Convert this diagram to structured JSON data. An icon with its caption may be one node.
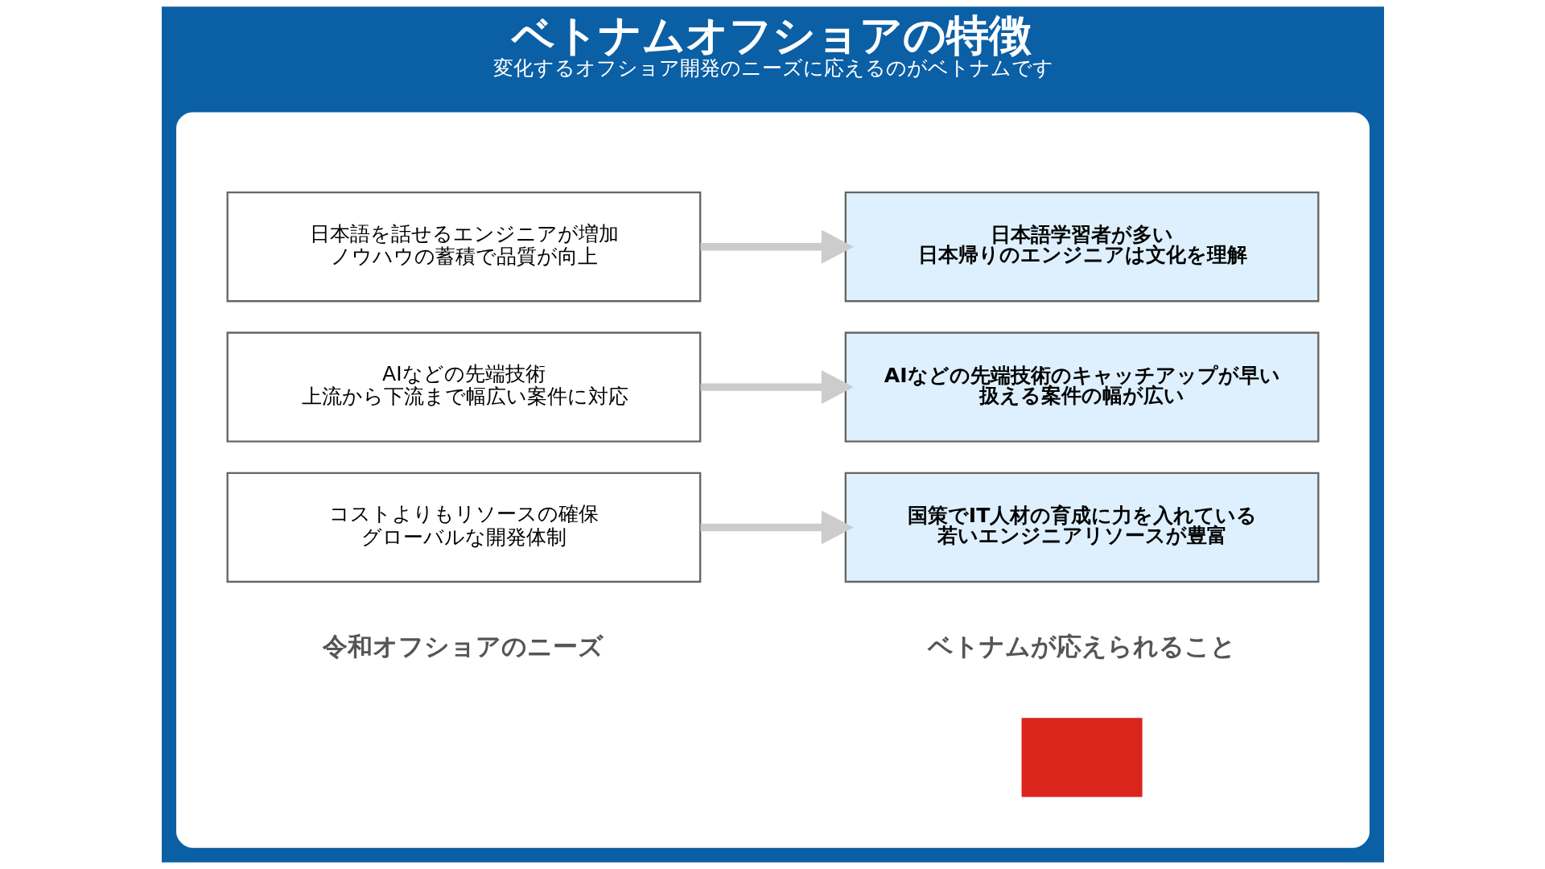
{
  "diagram": {
    "title": "ベトナムオフショアの特徴",
    "caption": "変化するオフショア開発のニーズに応えるのがベトナムです",
    "nodes": [
      {
        "text": [],
        "shape": "box"
      },
      {
        "text": [
          "コストよりもリソースの確保",
          "グローバルな開発体制"
        ],
        "in": 0
      },
      {
        "text": [
          "AIなどの先端技術",
          "上流から下流まで幅広い案件に対応"
        ],
        "in": 0
      },
      {
        "text": [
          "日本語を話せるエンジニアが増加",
          "ノウハウの蓄積で品質が向上"
        ],
        "in": 0
      },
      {
        "text": [
          "国策でIT人材の育成に力を入れている",
          "若いエンジニアリソースが豊富"
        ],
        "in": 0
      },
      {
        "text": [
          "AIなどの先端技術のキャッチアップが早い",
          "扱える案件の幅が広い"
        ],
        "in": 0
      },
      {
        "text": [
          "日本語学習者が多い",
          "日本帰りのエンジニアは文化を理解"
        ],
        "in": 0
      },
      {
        "text": [],
        "shape": "flag",
        "in": 0
      }
    ],
    "edges": [
      {
        "from": 1,
        "to": 4,
        "arrow": "to"
      },
      {
        "from": 2,
        "to": 5,
        "arrow": "to"
      },
      {
        "from": 3,
        "to": 6,
        "arrow": "to"
      }
    ],
    "labels": [
      "令和オフショアのニーズ",
      "ベトナムが応えられること"
    ]
  }
}
